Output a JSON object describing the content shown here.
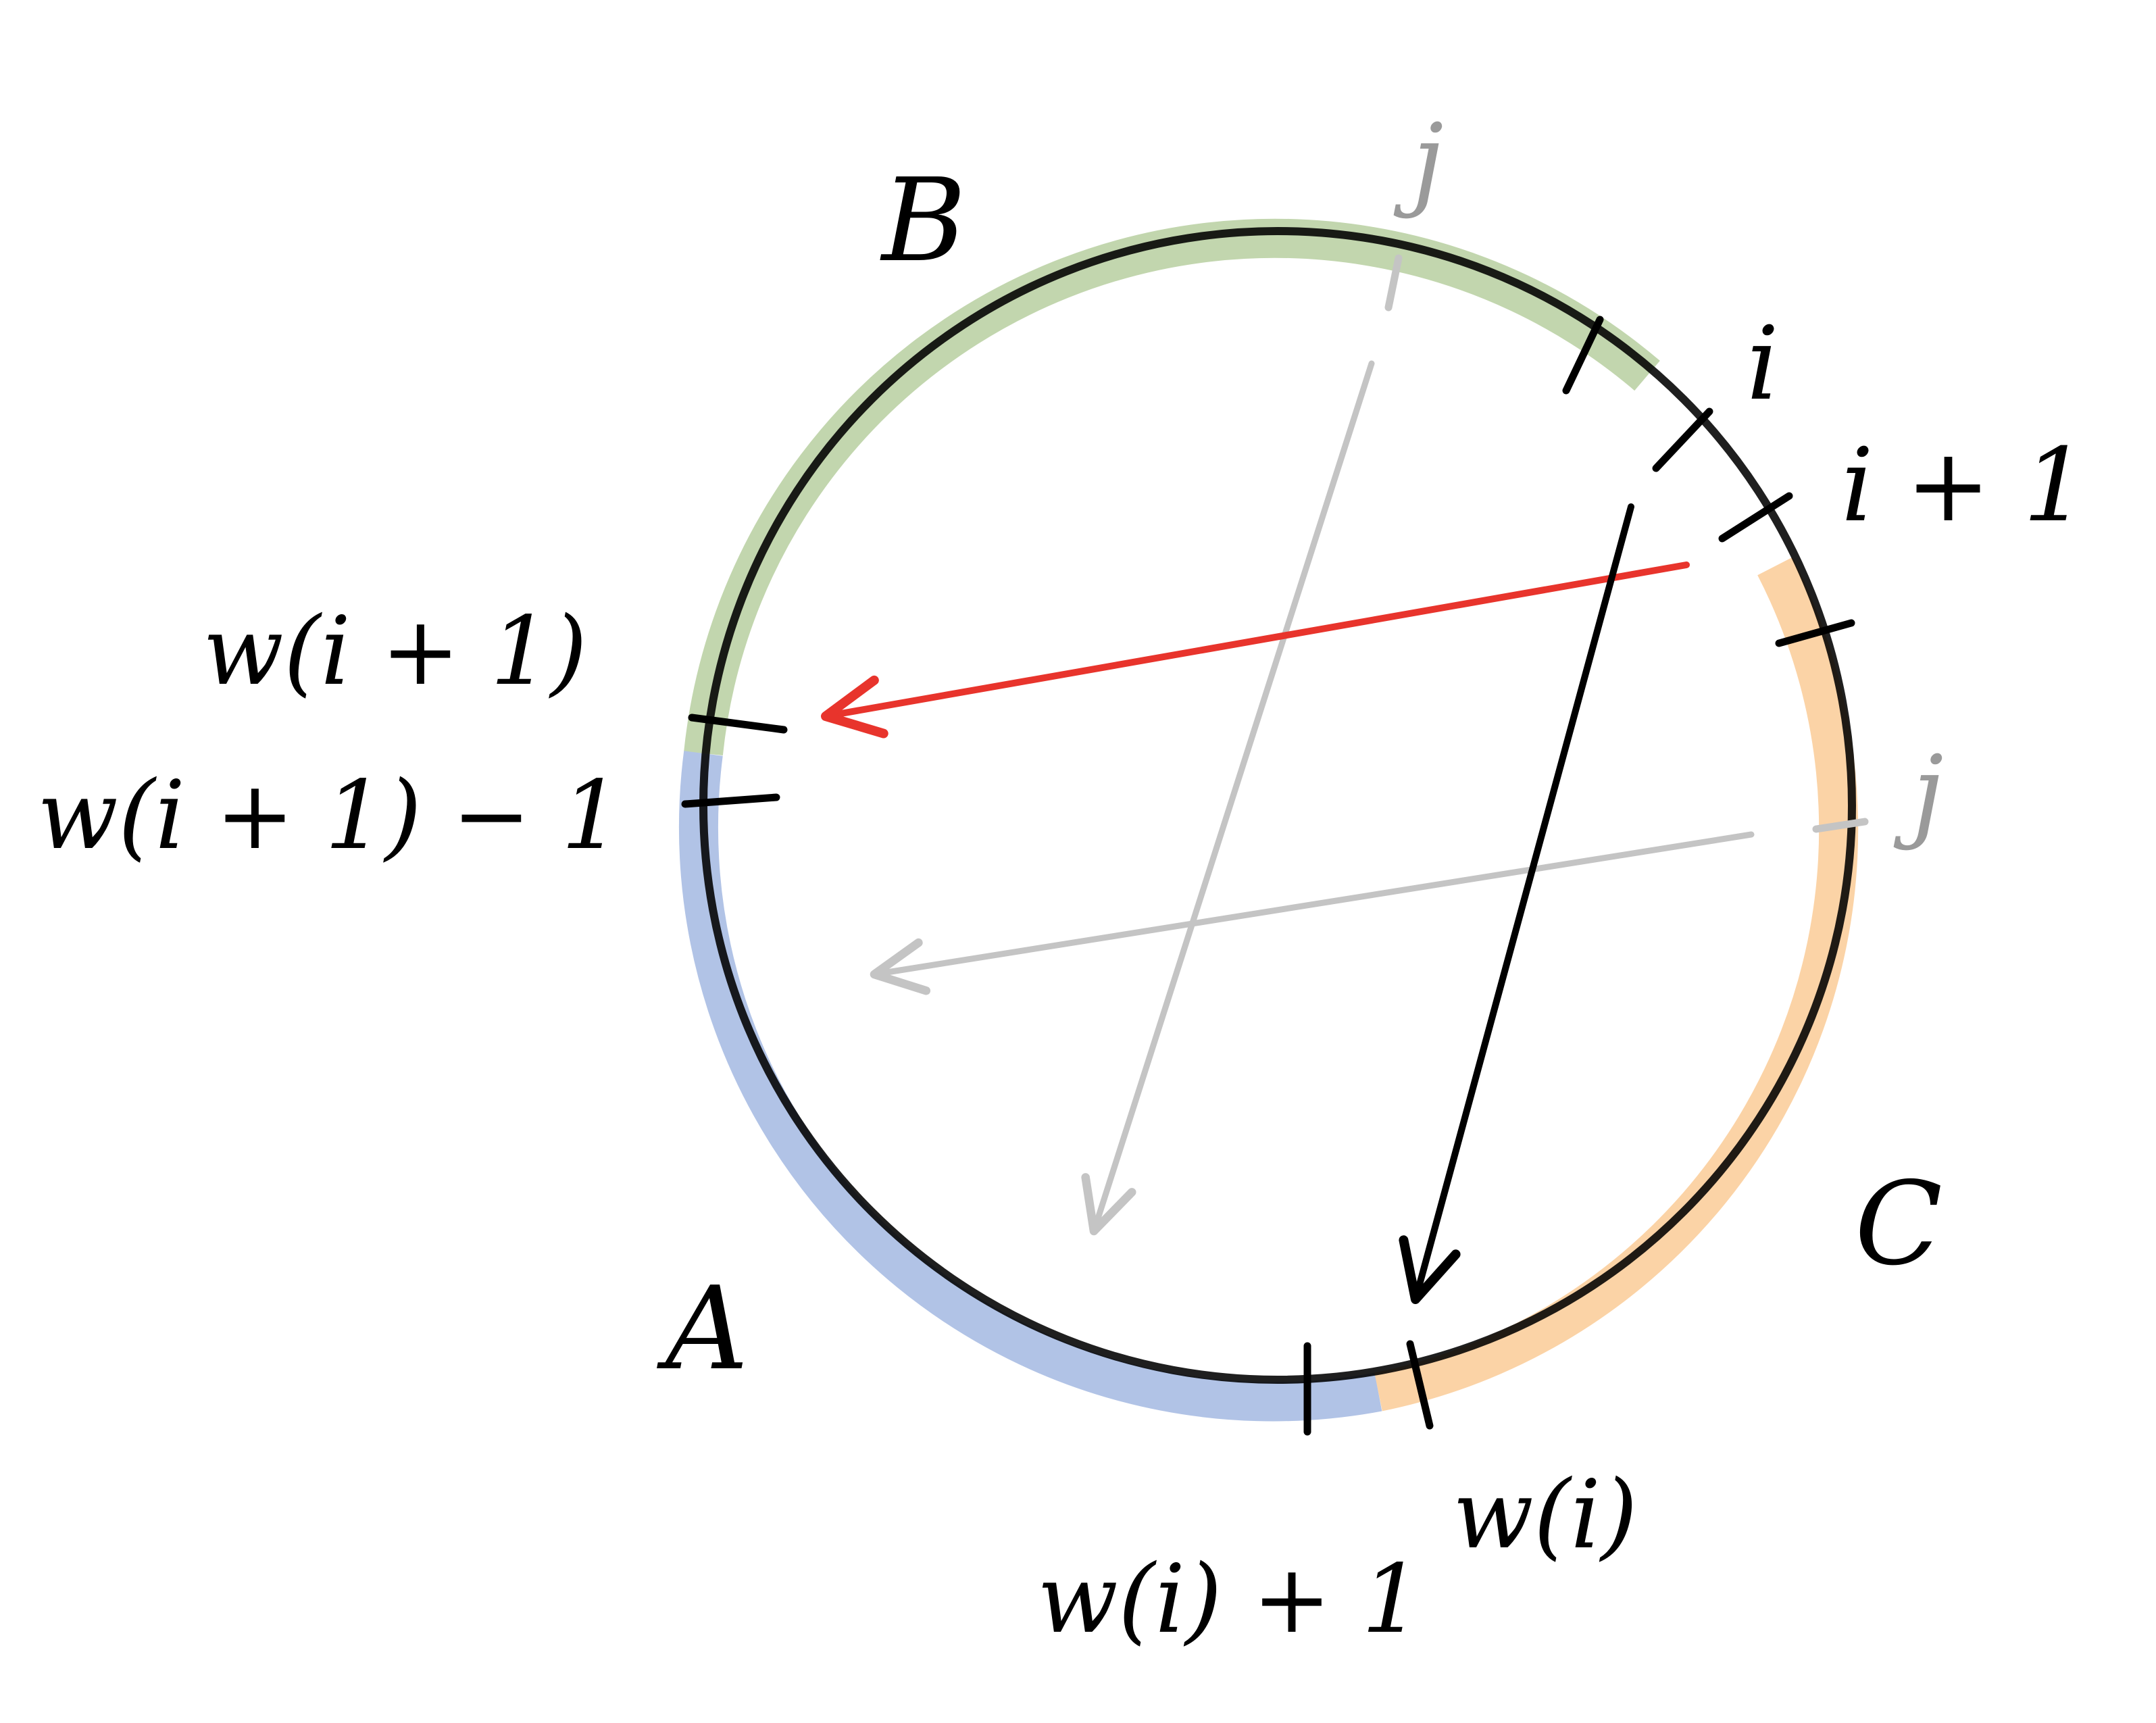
{
  "figure": {
    "colors": {
      "region_A": "#b1c3e6",
      "region_B": "#c2d6ae",
      "region_C": "#fbd3a6",
      "circle": "#000000",
      "highlight_arrow": "#e8342c",
      "main_arrow": "#000000",
      "faded": "#c4c4c4"
    },
    "labels": {
      "region_A": "A",
      "region_B": "B",
      "region_C": "C",
      "i": "i",
      "i_plus_1": "i + 1",
      "j_top": "j",
      "j_right": "j",
      "w_i_plus_1": "w(i + 1)",
      "w_i_plus_1_minus_1": "w(i + 1) − 1",
      "w_i": "w(i)",
      "w_i_plus_1_b": "w(i) + 1"
    }
  }
}
